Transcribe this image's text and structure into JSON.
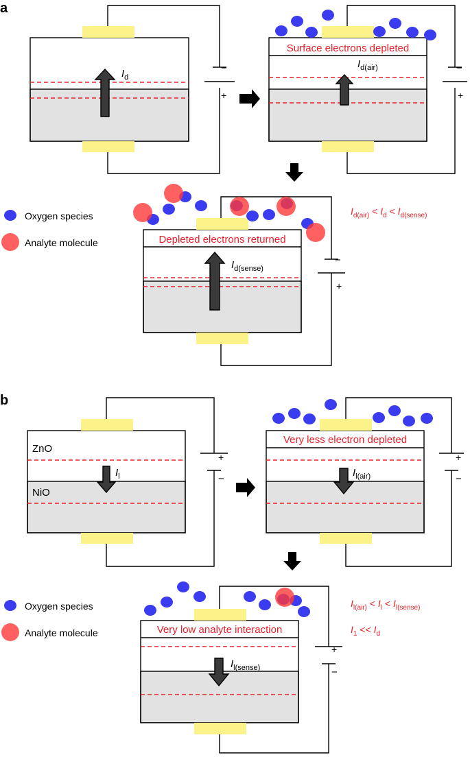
{
  "colors": {
    "electrode": "#fbf28a",
    "layer_gray": "#e2e2e2",
    "dash_red": "#e8202a",
    "label_red": "#e8202a",
    "oxygen_blue": "#3b3bef",
    "analyte_red": "#ff3a3a",
    "arrow_dark": "#3a3a3a"
  },
  "panel_a": {
    "letter": "a",
    "battery_minus": "−",
    "battery_plus": "+",
    "stage1": {
      "current_main": "I",
      "current_sub": "d"
    },
    "stage2": {
      "banner": "Surface electrons depleted",
      "current_main": "I",
      "current_sub": "d(air)"
    },
    "stage3": {
      "banner": "Depleted electrons returned",
      "current_main": "I",
      "current_sub": "d(sense)"
    },
    "legend": {
      "oxygen": "Oxygen species",
      "analyte": "Analyte molecule"
    },
    "relation": [
      {
        "t": "I",
        "k": "main"
      },
      {
        "t": "d(air)",
        "k": "sub"
      },
      {
        "t": " < ",
        "k": "op"
      },
      {
        "t": "I",
        "k": "main"
      },
      {
        "t": "d",
        "k": "sub"
      },
      {
        "t": " < ",
        "k": "op"
      },
      {
        "t": "I",
        "k": "main"
      },
      {
        "t": "d(sense)",
        "k": "sub"
      }
    ]
  },
  "panel_b": {
    "letter": "b",
    "battery_minus": "−",
    "battery_plus": "+",
    "stage1": {
      "top_label": "ZnO",
      "bottom_label": "NiO",
      "current_main": "I",
      "current_sub": "l"
    },
    "stage2": {
      "banner": "Very less electron depleted",
      "current_main": "I",
      "current_sub": "l(air)"
    },
    "stage3": {
      "banner": "Very low analyte interaction",
      "current_main": "I",
      "current_sub": "l(sense)"
    },
    "legend": {
      "oxygen": "Oxygen species",
      "analyte": "Analyte molecule"
    },
    "relation1": [
      {
        "t": "I",
        "k": "main"
      },
      {
        "t": "l(air)",
        "k": "sub"
      },
      {
        "t": " < ",
        "k": "op"
      },
      {
        "t": "I",
        "k": "main"
      },
      {
        "t": "l",
        "k": "sub"
      },
      {
        "t": " < ",
        "k": "op"
      },
      {
        "t": "I",
        "k": "main"
      },
      {
        "t": "l(sense)",
        "k": "sub"
      }
    ],
    "relation2": [
      {
        "t": "I",
        "k": "main"
      },
      {
        "t": "1",
        "k": "sub"
      },
      {
        "t": " << ",
        "k": "op"
      },
      {
        "t": "I",
        "k": "main"
      },
      {
        "t": "d",
        "k": "sub"
      }
    ]
  }
}
